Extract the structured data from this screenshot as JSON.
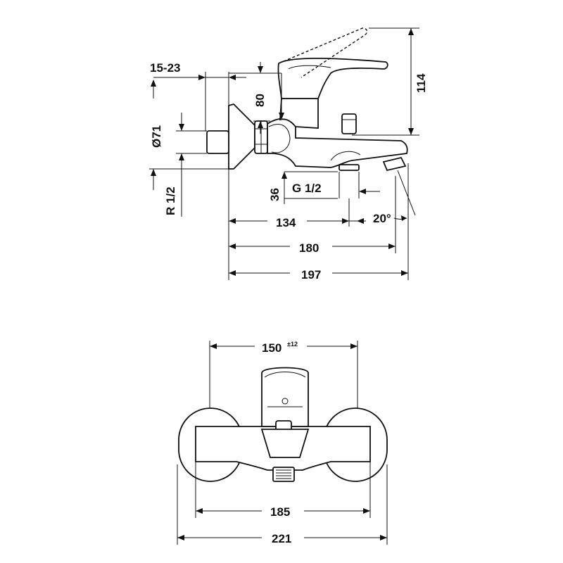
{
  "side_view": {
    "dim_eccentric_range": "15-23",
    "dim_rosette_diameter": "Ø71",
    "dim_inlet_thread": "R 1/2",
    "dim_lever_travel": "80",
    "dim_height": "114",
    "dim_spout_clearance": "36",
    "dim_outlet_thread": "G 1/2",
    "dim_outlet_position": "134",
    "dim_spout_angle": "20°",
    "dim_spout_reach": "180",
    "dim_total_depth": "197"
  },
  "front_view": {
    "dim_center_distance": "150",
    "dim_center_tolerance": "±12",
    "dim_body_width": "185",
    "dim_total_width": "221"
  }
}
